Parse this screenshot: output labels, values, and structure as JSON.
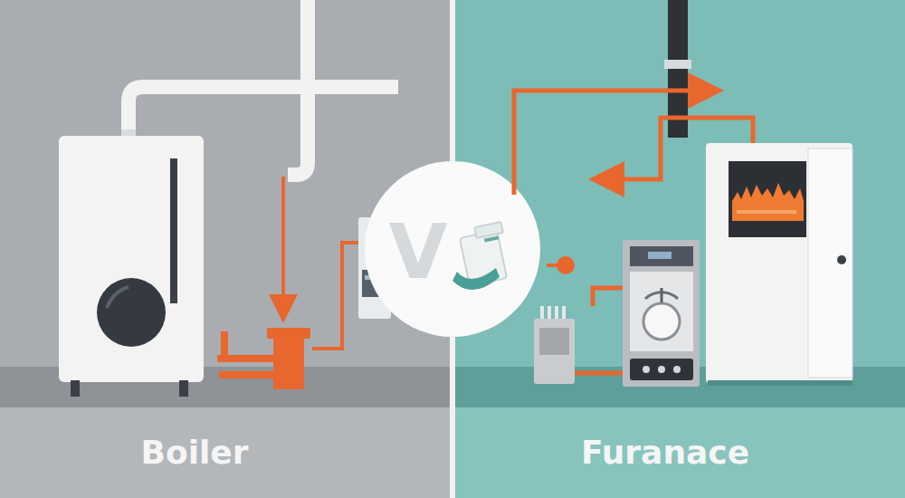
{
  "diagram": {
    "labels": [
      "Boiler",
      "V",
      "Furanace"
    ]
  }
}
